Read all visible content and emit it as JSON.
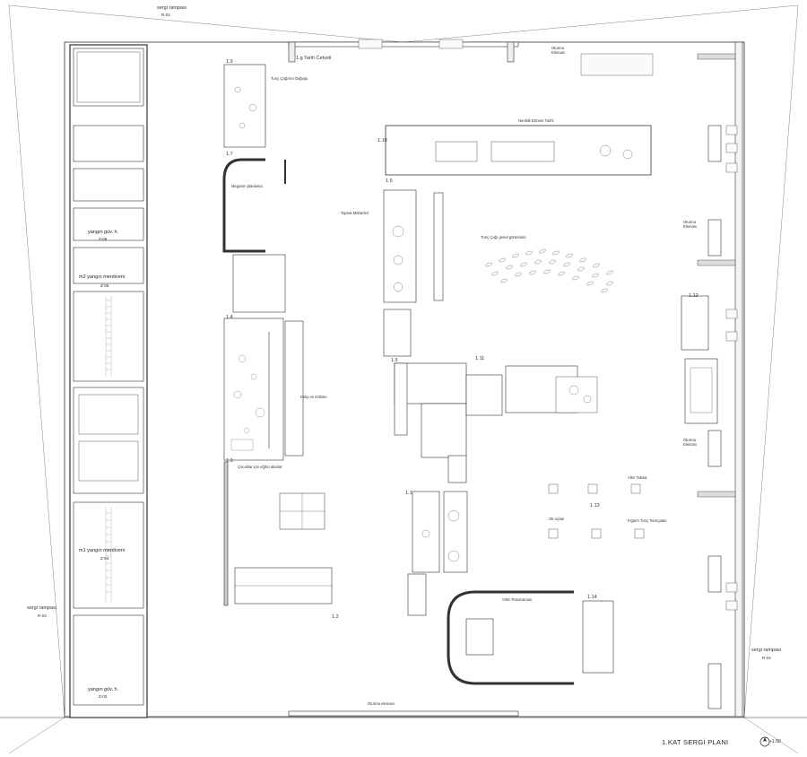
{
  "plan": {
    "title": "1.KAT SERGİ PLANI",
    "scale": "+1.50",
    "ramps": {
      "top": {
        "name": "sergi rampası",
        "code": "R-02"
      },
      "left": {
        "name": "sergi rampası",
        "code": "R-03"
      },
      "right": {
        "name": "sergi rampası",
        "code": "R-04"
      }
    },
    "stairs": [
      {
        "name": "yangın güv. h.",
        "code": "Z-06"
      },
      {
        "name": "m2 yangın merdiveni",
        "code": "Z-05"
      },
      {
        "name": "m1 yangın merdiveni",
        "code": "Z-04"
      },
      {
        "name": "yangın güv. h.",
        "code": "Z-03"
      }
    ],
    "timeline": "1.g Tarih Cetveli",
    "seating": {
      "label1": "Oturma",
      "label2": "Elemanı"
    },
    "section_codes": [
      "1.9",
      "1.10",
      "1.7",
      "1.6",
      "1.5",
      "1.4",
      "1.3",
      "1.11",
      "1.12",
      "1.1",
      "1.13",
      "1.14",
      "1.2"
    ],
    "notes": {
      "n1": "Neolitik Dönem Tarihi",
      "n2": "Tunç Çağı'nın Doğuşu",
      "n3": "Megaron planlama",
      "n4": "Tunç Çağı genel görünümü",
      "n5": "Toprak Mühürleri",
      "n6": "Çocuklar için eğitici alanlar",
      "n7": "Vitrin Panoraması",
      "n8": "Figürin Tunç Tanrıçaları",
      "n9": "Oturma elemanı",
      "n10": "Kalıp ve Döküm",
      "n11": "Ok Uçları",
      "n12": "Altın Takılar"
    }
  }
}
